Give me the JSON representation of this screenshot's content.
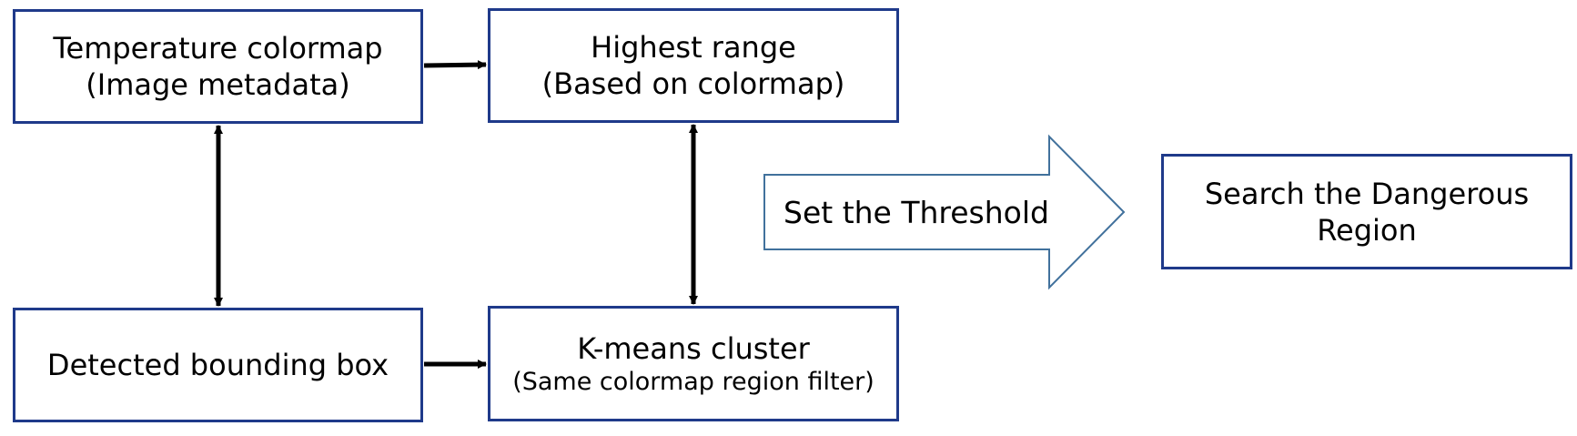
{
  "boxes": {
    "temperature": {
      "line1": "Temperature colormap",
      "line2": "(Image metadata)"
    },
    "highest": {
      "line1": "Highest range",
      "line2": "(Based on colormap)"
    },
    "detected": {
      "line1": "Detected bounding box"
    },
    "kmeans": {
      "line1": "K-means cluster",
      "line2": "(Same colormap region filter)"
    },
    "search": {
      "line1": "Search the Dangerous",
      "line2": "Region"
    }
  },
  "threshold_arrow": {
    "label": "Set the Threshold"
  },
  "colors": {
    "box_border": "#1f3a8a",
    "arrow_outline": "#41719c",
    "connector": "#000000"
  }
}
